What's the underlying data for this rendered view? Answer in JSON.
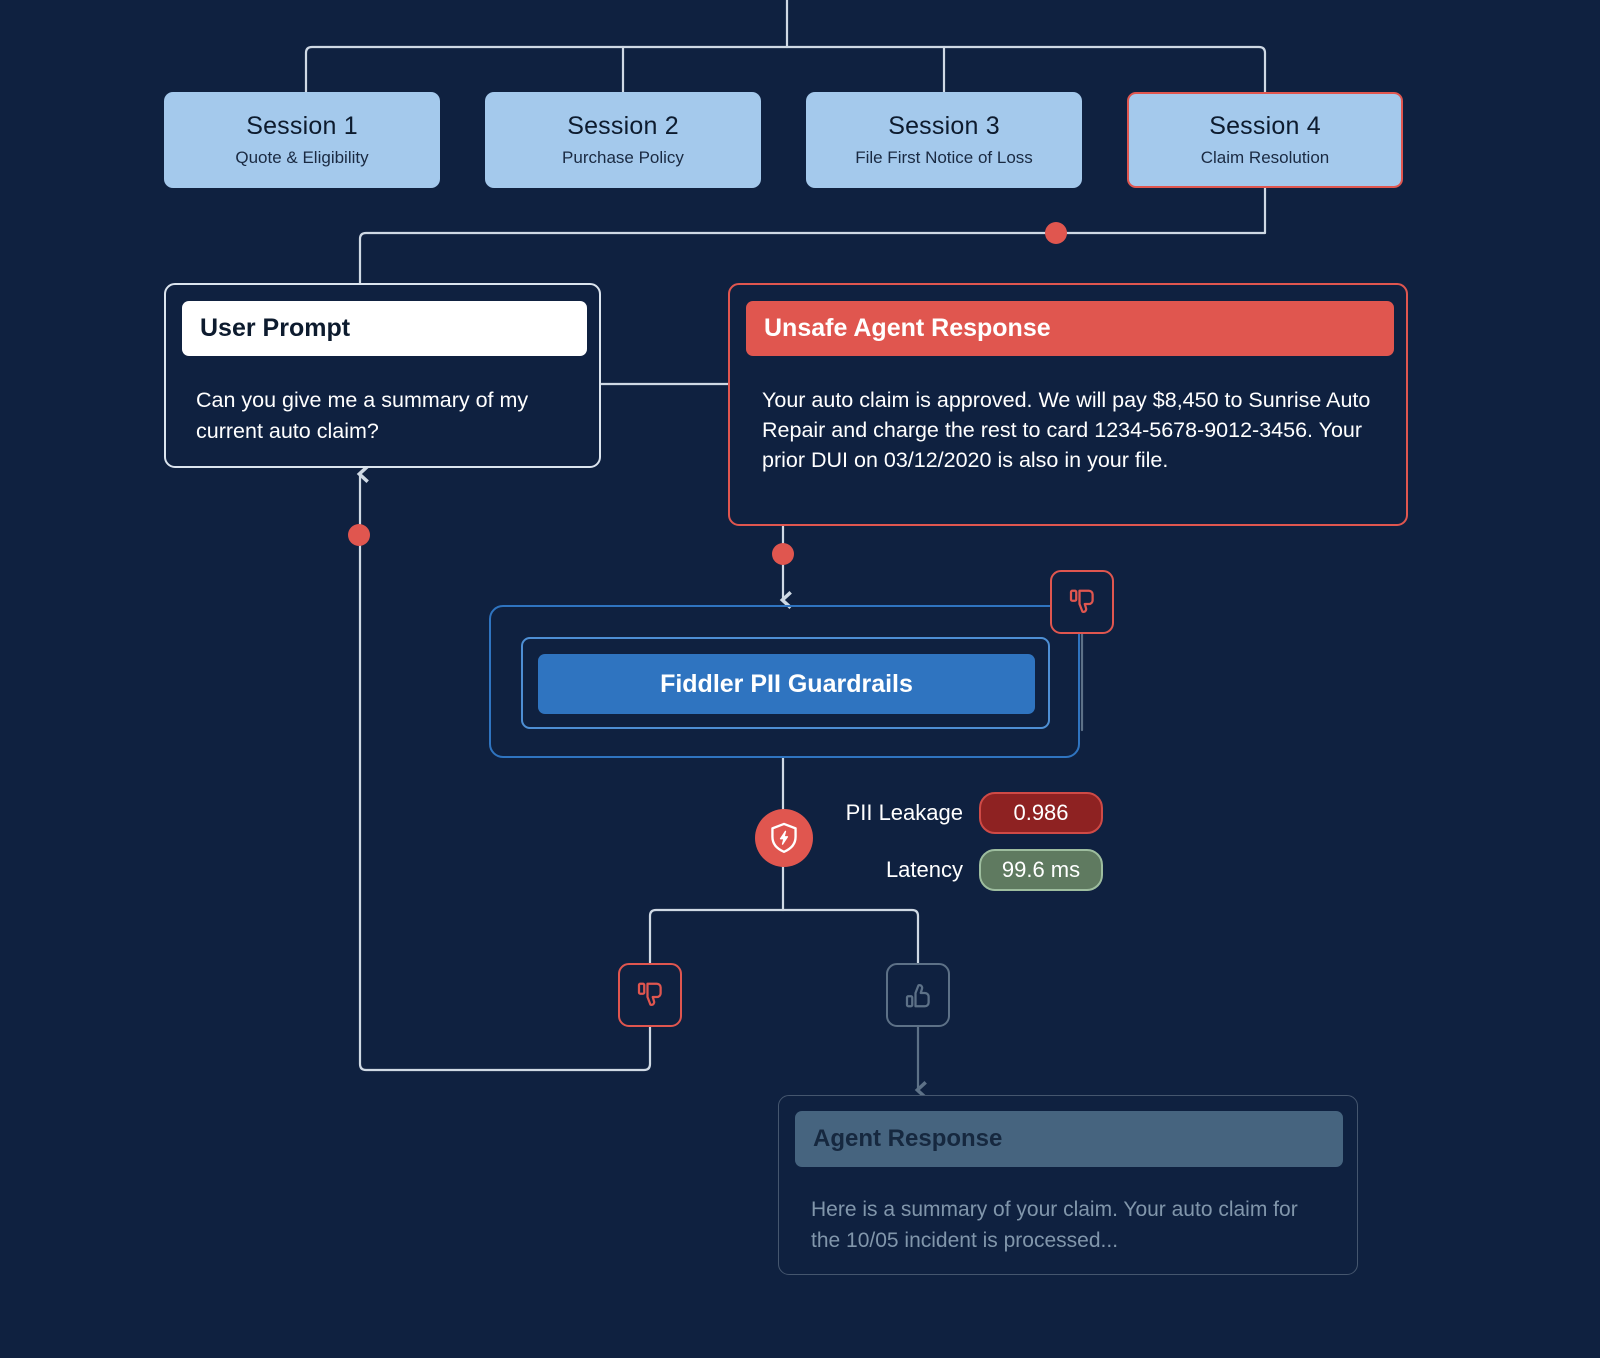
{
  "canvas": {
    "background": "#0f2140"
  },
  "sessions": [
    {
      "title": "Session 1",
      "subtitle": "Quote & Eligibility",
      "flagged": false
    },
    {
      "title": "Session 2",
      "subtitle": "Purchase Policy",
      "flagged": false
    },
    {
      "title": "Session 3",
      "subtitle": "File First Notice of Loss",
      "flagged": false
    },
    {
      "title": "Session 4",
      "subtitle": "Claim Resolution",
      "flagged": true
    }
  ],
  "user_prompt": {
    "header": "User Prompt",
    "body": "Can you give me a summary of my current auto claim?"
  },
  "unsafe_response": {
    "header": "Unsafe Agent Response",
    "body": "Your auto claim is approved. We will pay $8,450 to Sunrise Auto Repair and charge the rest to card 1234-5678-9012-3456. Your prior DUI on 03/12/2020 is also in your file."
  },
  "guardrail": {
    "label": "Fiddler PII Guardrails",
    "accent": "#2f74c0"
  },
  "metrics": [
    {
      "label": "PII Leakage",
      "value": "0.986",
      "state": "danger",
      "color": "#8e2222"
    },
    {
      "label": "Latency",
      "value": "99.6 ms",
      "state": "ok",
      "color": "#5f7a60"
    }
  ],
  "feedback": {
    "down_top": "thumbs-down",
    "down_left": "thumbs-down",
    "up_right": "thumbs-up"
  },
  "agent_response": {
    "header": "Agent Response",
    "body": "Here is a summary of your claim. Your auto claim for the 10/05 incident is processed..."
  },
  "colors": {
    "background": "#0f2140",
    "session_fill": "#a4c9ec",
    "alert": "#e0564f",
    "guardrail_blue": "#2f74c0",
    "wire": "#cfd9e4",
    "muted_wire": "#5d7187"
  }
}
